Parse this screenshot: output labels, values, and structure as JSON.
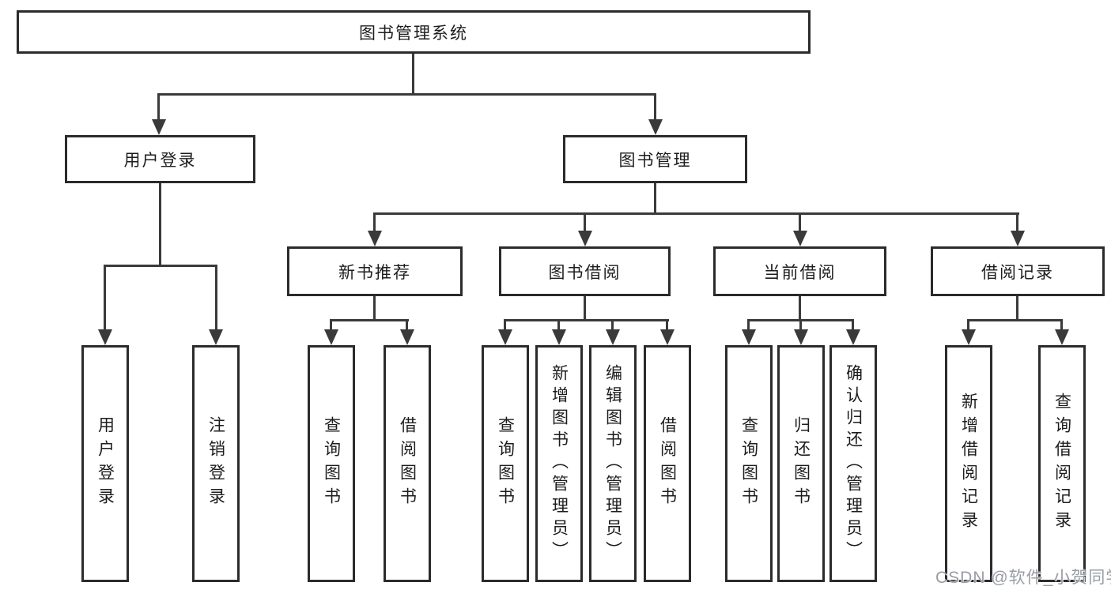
{
  "colors": {
    "background": "#ffffff",
    "box_border": "#2b2b2b",
    "connector": "#3a3a3a",
    "text": "#1d1d1d",
    "watermark": "#999da3"
  },
  "nodes": {
    "root": {
      "label": "图书管理系统"
    },
    "level2": [
      {
        "label": "用户登录"
      },
      {
        "label": "图书管理"
      }
    ],
    "level3": [
      {
        "label": "新书推荐"
      },
      {
        "label": "图书借阅"
      },
      {
        "label": "当前借阅"
      },
      {
        "label": "借阅记录"
      }
    ],
    "leaves": {
      "user_login": [
        "用户登录",
        "注销登录"
      ],
      "new_books": [
        "查询图书",
        "借阅图书"
      ],
      "book_borrowing": [
        "查询图书",
        "新增图书（管理员）",
        "编辑图书（管理员）",
        "借阅图书"
      ],
      "current_borrowing": [
        "查询图书",
        "归还图书",
        "确认归还（管理员）"
      ],
      "borrowing_records": [
        "新增借阅记录",
        "查询借阅记录"
      ]
    }
  },
  "watermark": {
    "text": "CSDN @软件_小贺同学"
  }
}
